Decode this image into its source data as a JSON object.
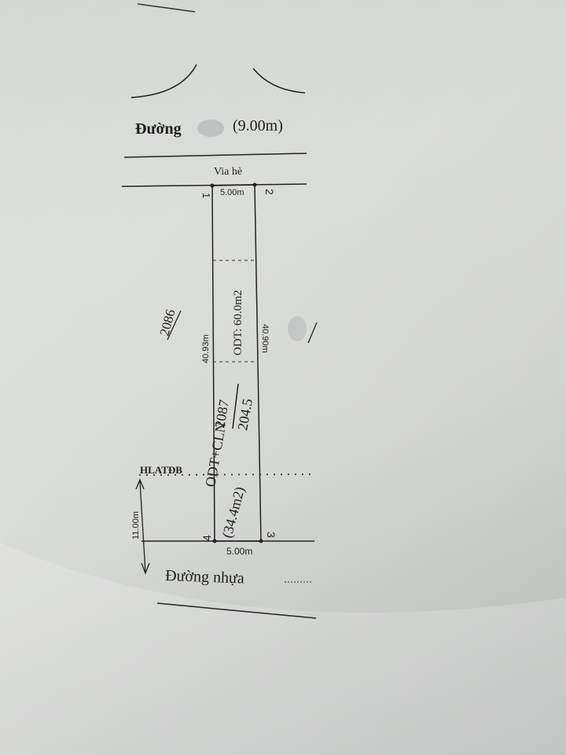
{
  "diagram": {
    "road_top_prefix": "Đường",
    "road_top_width": "(9.00m)",
    "sidewalk": "Via hè",
    "corner_1": "1",
    "corner_2": "2",
    "corner_3": "3",
    "corner_4": "4",
    "top_edge_length": "5.00m",
    "bottom_edge_length": "5.00m",
    "left_edge_length": "40.93m",
    "right_edge_length": "40.90m",
    "residential_area": "ODT: 60.0m2",
    "land_use": "ODT+CLN",
    "parcel_number": "2087",
    "parcel_area": "204.5",
    "restricted_area": "(34.4m2)",
    "neighbor_parcel": "2086",
    "safety_corridor_label": "HLATĐB",
    "safety_corridor_distance": "11.00m",
    "road_bottom": "Đường nhựa"
  }
}
